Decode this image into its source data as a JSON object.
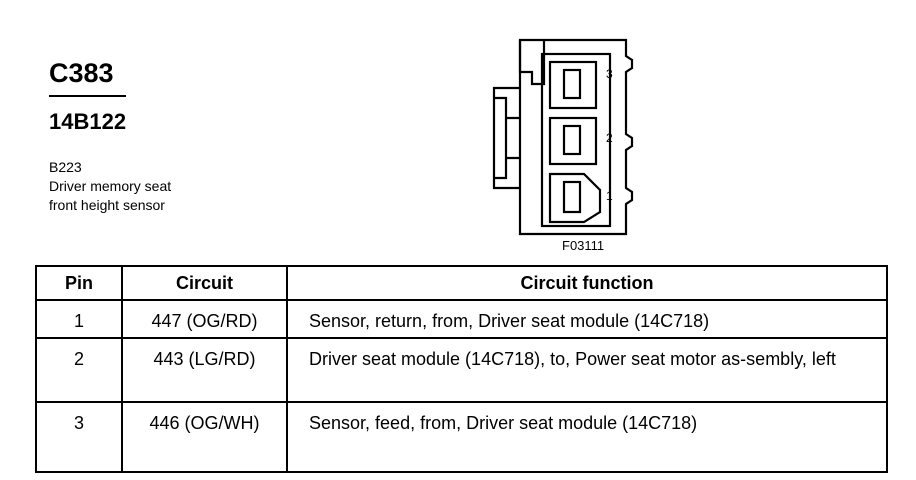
{
  "connector": {
    "id": "C383",
    "part_number": "14B122",
    "location_code": "B223",
    "description_lines": [
      "Driver memory seat",
      "front height sensor"
    ]
  },
  "figure": {
    "code": "F03111",
    "pin_labels": [
      "3",
      "2",
      "1"
    ]
  },
  "table": {
    "headers": {
      "pin": "Pin",
      "circuit": "Circuit",
      "function": "Circuit function"
    },
    "rows": [
      {
        "pin": "1",
        "circuit": "447 (OG/RD)",
        "function": "Sensor, return, from, Driver seat module (14C718)"
      },
      {
        "pin": "2",
        "circuit": "443 (LG/RD)",
        "function": "Driver seat module (14C718), to, Power seat motor as-sembly, left"
      },
      {
        "pin": "3",
        "circuit": "446 (OG/WH)",
        "function": "Sensor, feed, from, Driver seat module (14C718)"
      }
    ]
  }
}
